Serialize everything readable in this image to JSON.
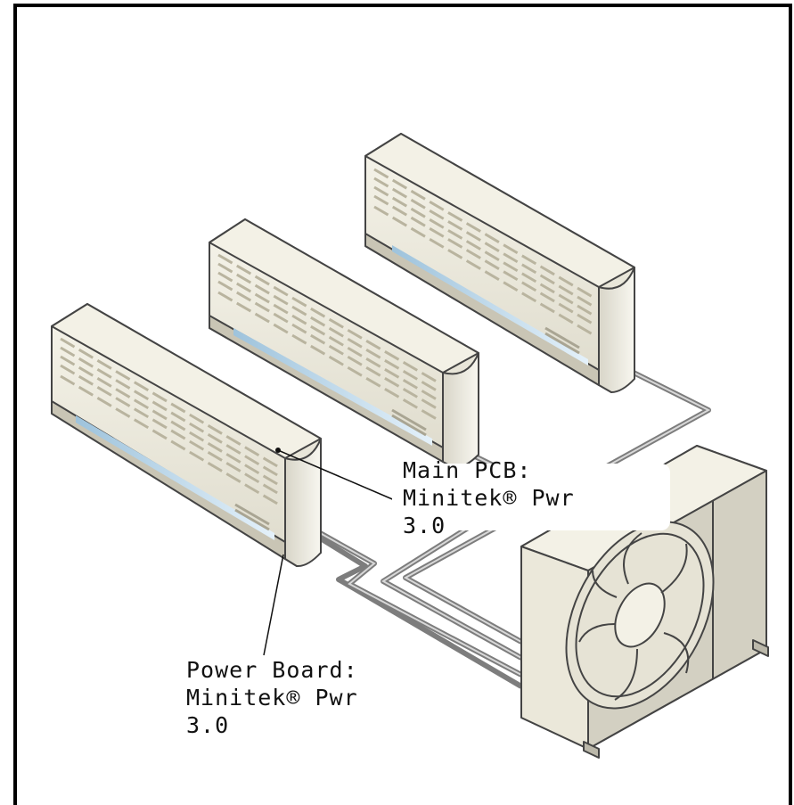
{
  "diagram": {
    "components": [
      {
        "name": "indoor unit",
        "count": 3
      },
      {
        "name": "outdoor unit",
        "count": 1
      }
    ],
    "callouts": {
      "main_pcb": "Main PCB:\nMinitek® Pwr\n3.0",
      "power_board": "Power Board:\nMinitek® Pwr\n3.0"
    }
  },
  "colors": {
    "unit_body": "#efecdf",
    "unit_shadow": "#c4c1b4",
    "vent": "#b9b49f",
    "accent_blue": "#b9d9ee",
    "pipe": "#7d7d7d",
    "frame": "#000000"
  }
}
